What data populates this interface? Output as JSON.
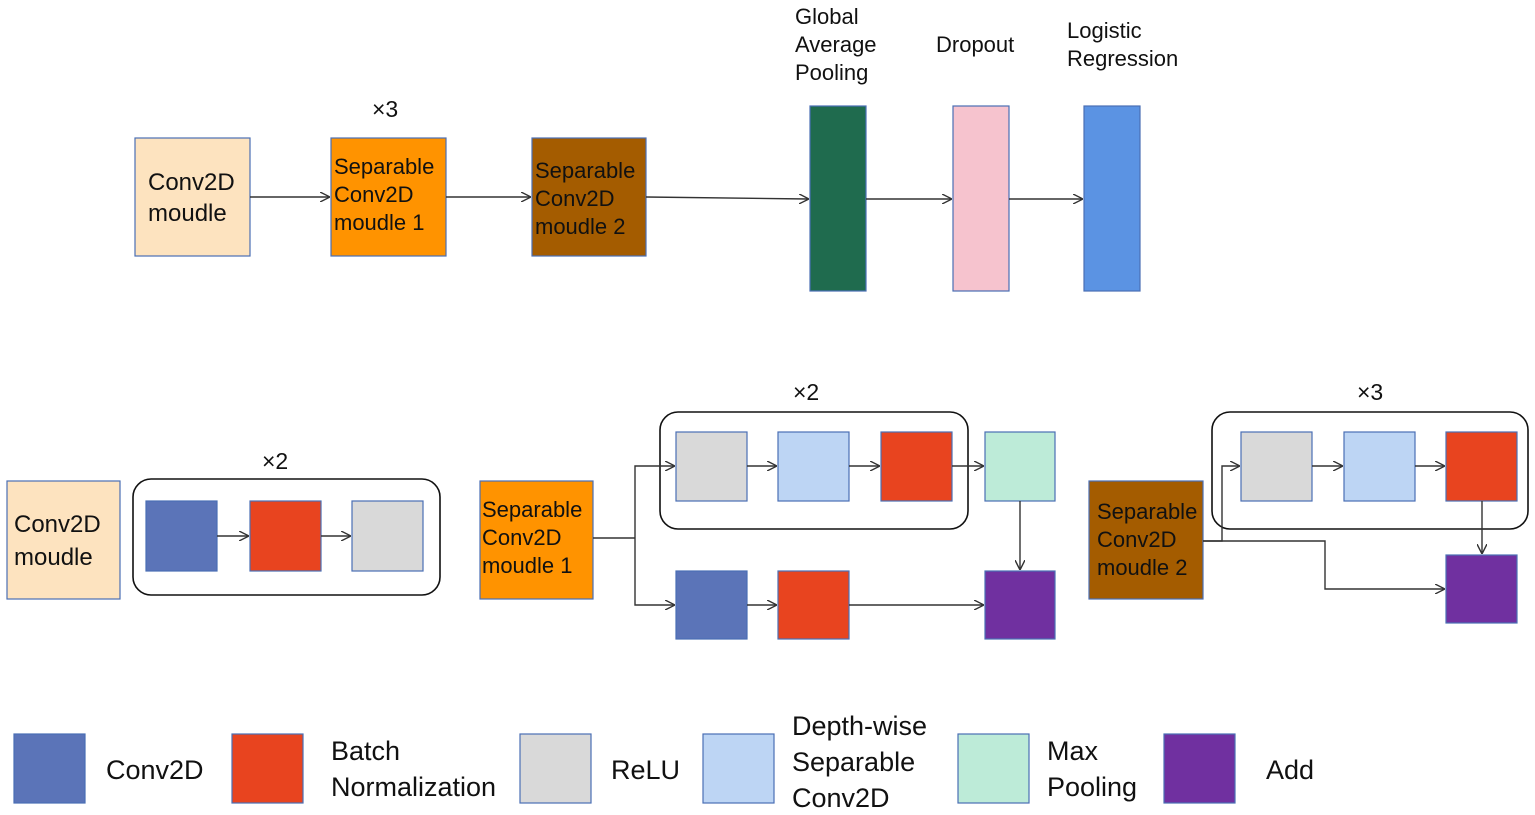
{
  "colors": {
    "conv2d_module": "#fde3bf",
    "sep_module_1": "#ff9300",
    "sep_module_2": "#a45c00",
    "global_avg_pooling": "#1f6b4e",
    "dropout": "#f6c3ce",
    "logistic_regression": "#5b93e3",
    "conv2d": "#5b74b8",
    "batch_norm": "#e8441f",
    "relu": "#d9d9d9",
    "depthwise_sep_conv2d": "#bdd5f4",
    "max_pooling": "#bdebd8",
    "add": "#7030a0"
  },
  "top_pipeline": {
    "conv2d_module": {
      "lines": [
        "Conv2D",
        "moudle"
      ]
    },
    "sep_module_1": {
      "lines": [
        "Separable",
        "Conv2D",
        "moudle 1"
      ],
      "repeat_label": "×3"
    },
    "sep_module_2": {
      "lines": [
        "Separable",
        "Conv2D",
        "moudle 2"
      ]
    },
    "global_avg_pooling": {
      "lines": [
        "Global",
        "Average",
        "Pooling"
      ]
    },
    "dropout": {
      "lines": [
        "Dropout"
      ]
    },
    "logistic_regression": {
      "lines": [
        "Logistic",
        "Regression"
      ]
    }
  },
  "detail_conv2d_module": {
    "module": {
      "lines": [
        "Conv2D",
        "moudle"
      ]
    },
    "repeat_label": "×2"
  },
  "detail_sep_module_1": {
    "module": {
      "lines": [
        "Separable",
        "Conv2D",
        "moudle 1"
      ]
    },
    "repeat_label": "×2"
  },
  "detail_sep_module_2": {
    "module": {
      "lines": [
        "Separable",
        "Conv2D",
        "moudle 2"
      ]
    },
    "repeat_label": "×3"
  },
  "legend": [
    {
      "key": "conv2d",
      "lines": [
        "Conv2D"
      ]
    },
    {
      "key": "batch_norm",
      "lines": [
        "Batch",
        "Normalization"
      ]
    },
    {
      "key": "relu",
      "lines": [
        "ReLU"
      ]
    },
    {
      "key": "depthwise_sep_conv2d",
      "lines": [
        "Depth-wise",
        "Separable",
        "Conv2D"
      ]
    },
    {
      "key": "max_pooling",
      "lines": [
        "Max",
        "Pooling"
      ]
    },
    {
      "key": "add",
      "lines": [
        "Add"
      ]
    }
  ]
}
